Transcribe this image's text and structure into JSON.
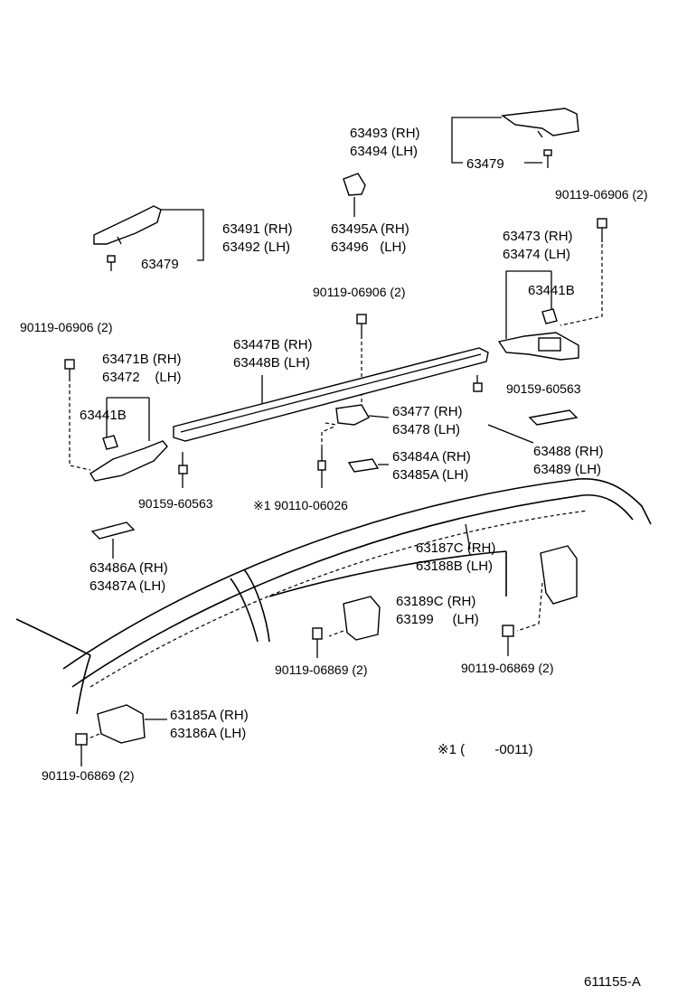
{
  "diagram_code": "611155-A",
  "note": "※1 (        -0011)",
  "labels": {
    "p63493": "63493 (RH)",
    "p63494": "63494 (LH)",
    "p63479_top": "63479",
    "p90119_06906_right": "90119-06906 (2)",
    "p63491": "63491 (RH)",
    "p63492": "63492 (LH)",
    "p63479_left": "63479",
    "p63495A": "63495A (RH)",
    "p63496": "63496   (LH)",
    "p63473": "63473 (RH)",
    "p63474": "63474 (LH)",
    "p63441B_right": "63441B",
    "p90119_06906_mid": "90119-06906 (2)",
    "p90119_06906_left": "90119-06906 (2)",
    "p63471B": "63471B (RH)",
    "p63472": "63472    (LH)",
    "p63447B": "63447B (RH)",
    "p63448B": "63448B (LH)",
    "p63441B_left": "63441B",
    "p90159_60563_right": "90159-60563",
    "p63477": "63477 (RH)",
    "p63478": "63478 (LH)",
    "p63484A": "63484A (RH)",
    "p63485A": "63485A (LH)",
    "p63488": "63488 (RH)",
    "p63489": "63489 (LH)",
    "p90159_60563_left": "90159-60563",
    "p90110_06026": "※1 90110-06026",
    "p63187C": "63187C (RH)",
    "p63188B": "63188B (LH)",
    "p63486A": "63486A (RH)",
    "p63487A": "63487A (LH)",
    "p63189C": "63189C (RH)",
    "p63199": "63199     (LH)",
    "p90119_06869_mid": "90119-06869 (2)",
    "p90119_06869_right": "90119-06869 (2)",
    "p63185A": "63185A (RH)",
    "p63186A": "63186A (LH)",
    "p90119_06869_left": "90119-06869 (2)"
  }
}
